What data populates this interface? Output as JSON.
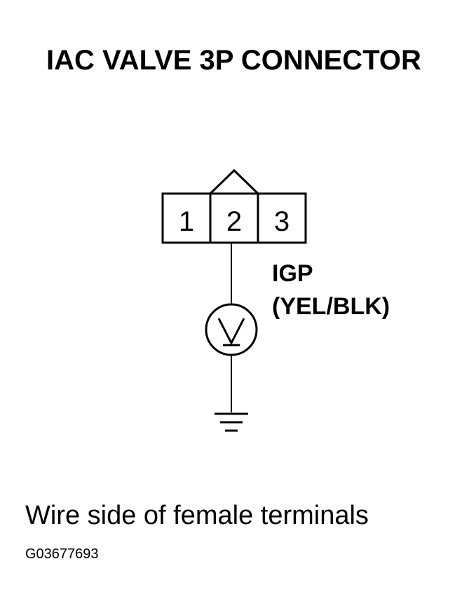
{
  "title": "IAC VALVE 3P CONNECTOR",
  "connector": {
    "pins": [
      "1",
      "2",
      "3"
    ]
  },
  "wire": {
    "name": "IGP",
    "color": "(YEL/BLK)"
  },
  "meter": {
    "icon": "voltmeter-icon"
  },
  "ground": {
    "icon": "ground-icon"
  },
  "caption": "Wire side of female terminals",
  "figure_id": "G03677693"
}
